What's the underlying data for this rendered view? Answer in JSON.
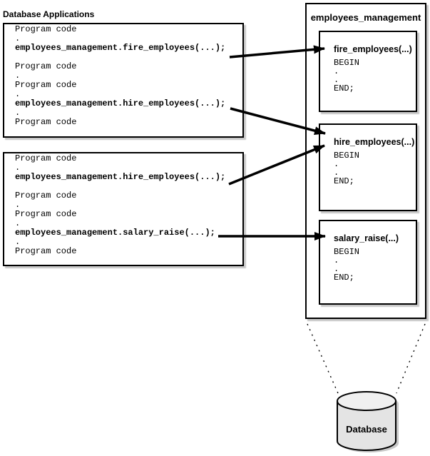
{
  "heading": "Database Applications",
  "apps": [
    {
      "lines": [
        "Program code",
        ".",
        "employees_management.fire_employees(...);",
        "",
        "Program code",
        ".",
        "Program code",
        ".",
        "employees_management.hire_employees(...);",
        ".",
        "Program code"
      ]
    },
    {
      "lines": [
        "Program code",
        ".",
        "employees_management.hire_employees(...);",
        "",
        "Program code",
        ".",
        "Program code",
        ".",
        "employees_management.salary_raise(...);",
        ".",
        "Program code"
      ]
    }
  ],
  "package": {
    "title": "employees_management",
    "procedures": [
      {
        "name": "fire_employees(...)",
        "body": [
          "BEGIN",
          ".",
          ".",
          "END;"
        ]
      },
      {
        "name": "hire_employees(...)",
        "body": [
          "BEGIN",
          ".",
          ".",
          "END;"
        ]
      },
      {
        "name": "salary_raise(...)",
        "body": [
          "BEGIN",
          ".",
          ".",
          "END;"
        ]
      }
    ]
  },
  "database": {
    "label": "Database"
  },
  "colors": {
    "line": "#000000",
    "shadow": "#c8c8c8",
    "cylinder_body": "#e4e4e4",
    "cylinder_top": "#f0f0f0"
  }
}
